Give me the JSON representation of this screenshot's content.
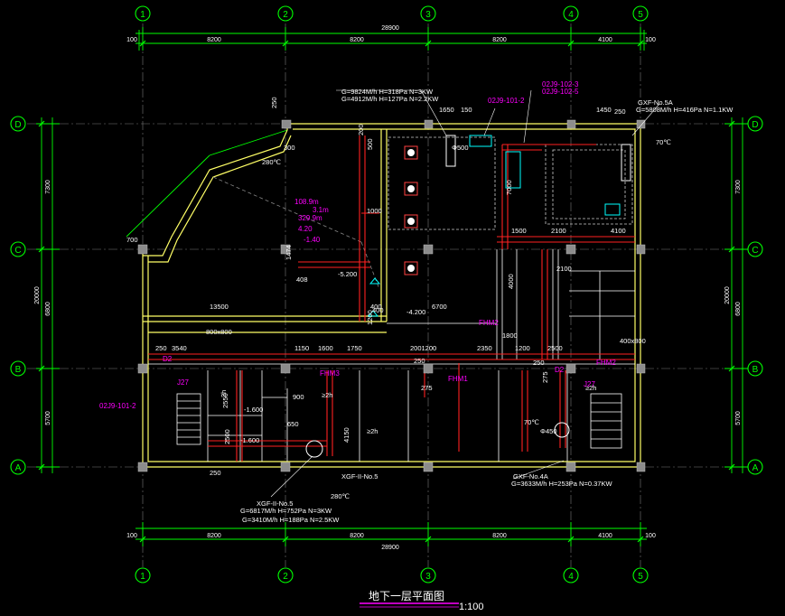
{
  "drawing": {
    "title": "地下一层平面图",
    "scale": "1:100",
    "colors": {
      "background": "#000000",
      "dimension": "#00ff00",
      "wall": "#ffff66",
      "duct": "#ff0000",
      "annotation": "#ff00ff",
      "equipment": "#00ffff",
      "leader": "#ffffff",
      "column": "#8c8c8c",
      "title_underline": "#ff00ff"
    }
  },
  "grid": {
    "columns": [
      "1",
      "2",
      "3",
      "4",
      "5"
    ],
    "rows": [
      "D",
      "C",
      "B",
      "A"
    ]
  },
  "dimensions": {
    "top_total": "28900",
    "bottom_total": "28900",
    "bays": [
      "8200",
      "8200",
      "8200",
      "4100"
    ],
    "edge": "100",
    "left_rows": [
      "7300",
      "6800",
      "5700"
    ],
    "left_total": "20000",
    "right_rows": [
      "7300",
      "6800",
      "5700"
    ],
    "right_total": "20000"
  },
  "labels": [
    {
      "text": "13500",
      "color": "white"
    },
    {
      "text": "6700",
      "color": "white"
    },
    {
      "text": "400",
      "color": "white"
    },
    {
      "text": "1500",
      "color": "white"
    },
    {
      "text": "2100",
      "color": "white"
    },
    {
      "text": "4100",
      "color": "white"
    },
    {
      "text": "3540",
      "color": "white"
    },
    {
      "text": "1150",
      "color": "white"
    },
    {
      "text": "1600",
      "color": "white"
    },
    {
      "text": "1750",
      "color": "white"
    },
    {
      "text": "2001200",
      "color": "white"
    },
    {
      "text": "2350",
      "color": "white"
    },
    {
      "text": "1200",
      "color": "white"
    },
    {
      "text": "2500",
      "color": "white"
    },
    {
      "text": "250",
      "color": "white"
    },
    {
      "text": "1800",
      "color": "white"
    },
    {
      "text": "1450",
      "color": "white"
    },
    {
      "text": "1650",
      "color": "white"
    },
    {
      "text": "150",
      "color": "white"
    },
    {
      "text": "FHM3",
      "color": "magenta"
    },
    {
      "text": "FHM2",
      "color": "magenta"
    },
    {
      "text": "FHM1",
      "color": "magenta"
    },
    {
      "text": "FHM2",
      "color": "magenta"
    },
    {
      "text": "D2",
      "color": "magenta"
    },
    {
      "text": "D2",
      "color": "magenta"
    },
    {
      "text": "J27",
      "color": "magenta"
    },
    {
      "text": "J27",
      "color": "magenta"
    },
    {
      "text": "-5.200",
      "color": "white"
    },
    {
      "text": "-4.200",
      "color": "white"
    },
    {
      "text": "-1.600",
      "color": "white"
    },
    {
      "text": "-1.600",
      "color": "white"
    },
    {
      "text": "800x800",
      "color": "white"
    },
    {
      "text": "400x800",
      "color": "white"
    },
    {
      "text": "XGF-II-No.5",
      "color": "white"
    },
    {
      "text": "G=9824M/h H=318Pa N=3KW",
      "color": "white"
    },
    {
      "text": "G=4912M/h H=127Pa N=2.2KW",
      "color": "white"
    },
    {
      "text": "GXF-No.5A",
      "color": "white"
    },
    {
      "text": "G=5808M/h H=416Pa N=1.1KW",
      "color": "white"
    },
    {
      "text": "GXF-No.4A",
      "color": "white"
    },
    {
      "text": "G=3633M/h H=253Pa N=0.37KW",
      "color": "white"
    },
    {
      "text": "XGF-II-No.5",
      "color": "white"
    },
    {
      "text": "G=6817M/h H=752Pa N=3KW",
      "color": "white"
    },
    {
      "text": "G=3410M/h H=188Pa N=2.5KW",
      "color": "white"
    },
    {
      "text": "02J9-102-3",
      "color": "magenta"
    },
    {
      "text": "02J9-102-5",
      "color": "magenta"
    },
    {
      "text": "02J9-101-2",
      "color": "magenta"
    },
    {
      "text": "02J9-101-2",
      "color": "magenta"
    },
    {
      "text": "108.9m",
      "color": "magenta"
    },
    {
      "text": "3.1m",
      "color": "magenta"
    },
    {
      "text": "329.9m",
      "color": "magenta"
    },
    {
      "text": "4.20",
      "color": "magenta"
    },
    {
      "text": "-1.40",
      "color": "magenta"
    },
    {
      "text": "280℃",
      "color": "white"
    },
    {
      "text": "280℃",
      "color": "white"
    },
    {
      "text": "70℃",
      "color": "white"
    },
    {
      "text": "70℃",
      "color": "white"
    },
    {
      "text": "≥2h",
      "color": "white"
    },
    {
      "text": "≥2h",
      "color": "white"
    },
    {
      "text": "≥2h",
      "color": "white"
    },
    {
      "text": "Φ450",
      "color": "white"
    },
    {
      "text": "Φ500",
      "color": "white"
    },
    {
      "text": "2h",
      "color": "white"
    },
    {
      "text": "1000",
      "color": "white"
    },
    {
      "text": "1200",
      "color": "white"
    },
    {
      "text": "4000",
      "color": "white"
    },
    {
      "text": "2100",
      "color": "white"
    },
    {
      "text": "400",
      "color": "white"
    },
    {
      "text": "408",
      "color": "white"
    },
    {
      "text": "275",
      "color": "white"
    },
    {
      "text": "275",
      "color": "white"
    },
    {
      "text": "2550",
      "color": "white"
    },
    {
      "text": "2500",
      "color": "white"
    },
    {
      "text": "4150",
      "color": "white"
    },
    {
      "text": "650",
      "color": "white"
    },
    {
      "text": "900",
      "color": "white"
    },
    {
      "text": "200",
      "color": "white"
    },
    {
      "text": "250",
      "color": "white"
    },
    {
      "text": "300",
      "color": "white"
    },
    {
      "text": "500",
      "color": "white"
    },
    {
      "text": "700",
      "color": "white"
    },
    {
      "text": "7000",
      "color": "white"
    },
    {
      "text": "1474",
      "color": "white"
    },
    {
      "text": "250",
      "color": "white"
    },
    {
      "text": "250",
      "color": "white"
    },
    {
      "text": "250",
      "color": "white"
    },
    {
      "text": "250",
      "color": "white"
    }
  ]
}
